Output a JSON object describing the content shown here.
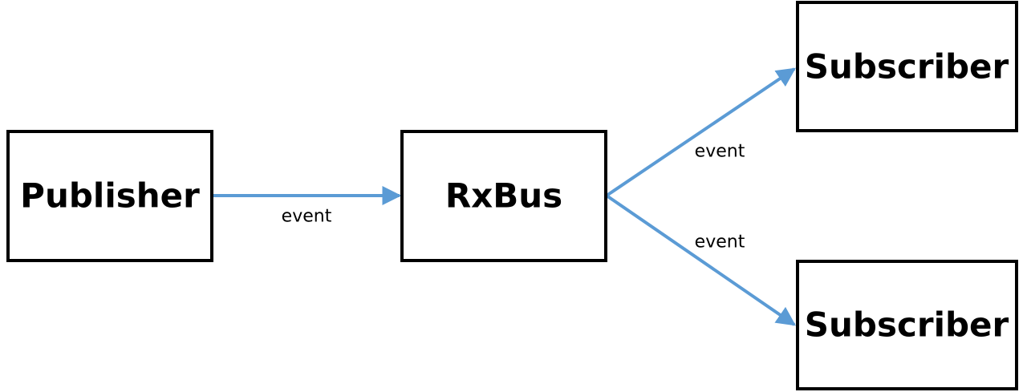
{
  "colors": {
    "arrow": "#5b9bd5",
    "box_border": "#000000",
    "text": "#000000"
  },
  "nodes": {
    "publisher": {
      "label": "Publisher"
    },
    "rxbus": {
      "label": "RxBus"
    },
    "subscriber_top": {
      "label": "Subscriber"
    },
    "subscriber_bottom": {
      "label": "Subscriber"
    }
  },
  "edges": {
    "publisher_to_bus": {
      "label": "event"
    },
    "bus_to_subscriber_top": {
      "label": "event"
    },
    "bus_to_subscriber_bottom": {
      "label": "event"
    }
  }
}
